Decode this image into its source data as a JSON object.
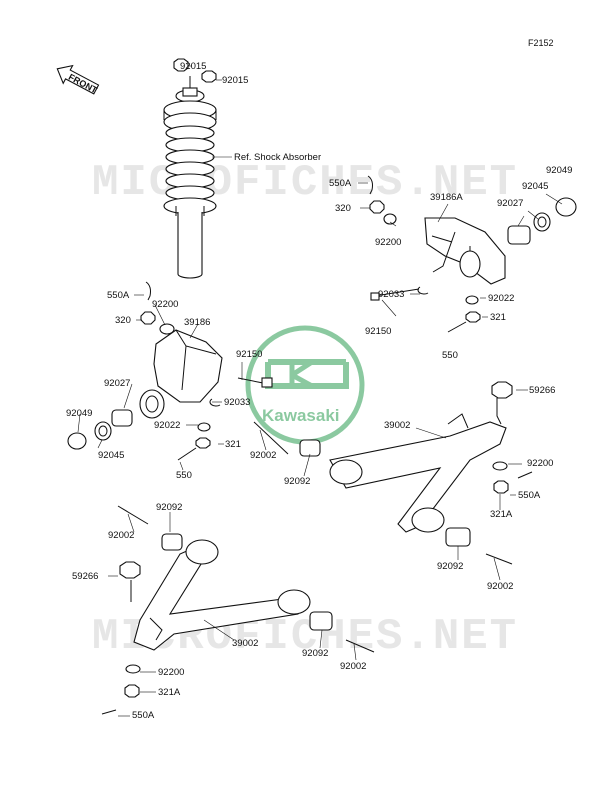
{
  "figure_id": "F2152",
  "front_label": "FRONT",
  "watermark_text": "MICROFICHES.NET",
  "logo_text": "Kawasaki",
  "colors": {
    "line": "#111111",
    "watermark": "#e6e6e6",
    "logo": "#2e9e54"
  },
  "labels": [
    {
      "id": "l1",
      "text": "92015"
    },
    {
      "id": "l2",
      "text": "92015"
    },
    {
      "id": "l3",
      "text": "Ref. Shock Absorber"
    },
    {
      "id": "l4",
      "text": "550A"
    },
    {
      "id": "l5",
      "text": "320"
    },
    {
      "id": "l6",
      "text": "39186A"
    },
    {
      "id": "l7",
      "text": "92049"
    },
    {
      "id": "l8",
      "text": "92045"
    },
    {
      "id": "l9",
      "text": "92027"
    },
    {
      "id": "l10",
      "text": "92200"
    },
    {
      "id": "l11",
      "text": "92033"
    },
    {
      "id": "l12",
      "text": "92022"
    },
    {
      "id": "l13",
      "text": "92150"
    },
    {
      "id": "l14",
      "text": "321"
    },
    {
      "id": "l15",
      "text": "550"
    },
    {
      "id": "l16",
      "text": "550A"
    },
    {
      "id": "l17",
      "text": "92200"
    },
    {
      "id": "l18",
      "text": "320"
    },
    {
      "id": "l19",
      "text": "39186"
    },
    {
      "id": "l20",
      "text": "92150"
    },
    {
      "id": "l21",
      "text": "92027"
    },
    {
      "id": "l22",
      "text": "92033"
    },
    {
      "id": "l23",
      "text": "92049"
    },
    {
      "id": "l24",
      "text": "92022"
    },
    {
      "id": "l25",
      "text": "321"
    },
    {
      "id": "l26",
      "text": "92045"
    },
    {
      "id": "l27",
      "text": "550"
    },
    {
      "id": "l28",
      "text": "92002"
    },
    {
      "id": "l29",
      "text": "59266"
    },
    {
      "id": "l30",
      "text": "39002"
    },
    {
      "id": "l31",
      "text": "92200"
    },
    {
      "id": "l32",
      "text": "92092"
    },
    {
      "id": "l33",
      "text": "550A"
    },
    {
      "id": "l34",
      "text": "321A"
    },
    {
      "id": "l35",
      "text": "92092"
    },
    {
      "id": "l36",
      "text": "92002"
    },
    {
      "id": "l37",
      "text": "92002"
    },
    {
      "id": "l38",
      "text": "92092"
    },
    {
      "id": "l39",
      "text": "59266"
    },
    {
      "id": "l40",
      "text": "39002"
    },
    {
      "id": "l41",
      "text": "92092"
    },
    {
      "id": "l42",
      "text": "92002"
    },
    {
      "id": "l43",
      "text": "92200"
    },
    {
      "id": "l44",
      "text": "321A"
    },
    {
      "id": "l45",
      "text": "550A"
    }
  ]
}
